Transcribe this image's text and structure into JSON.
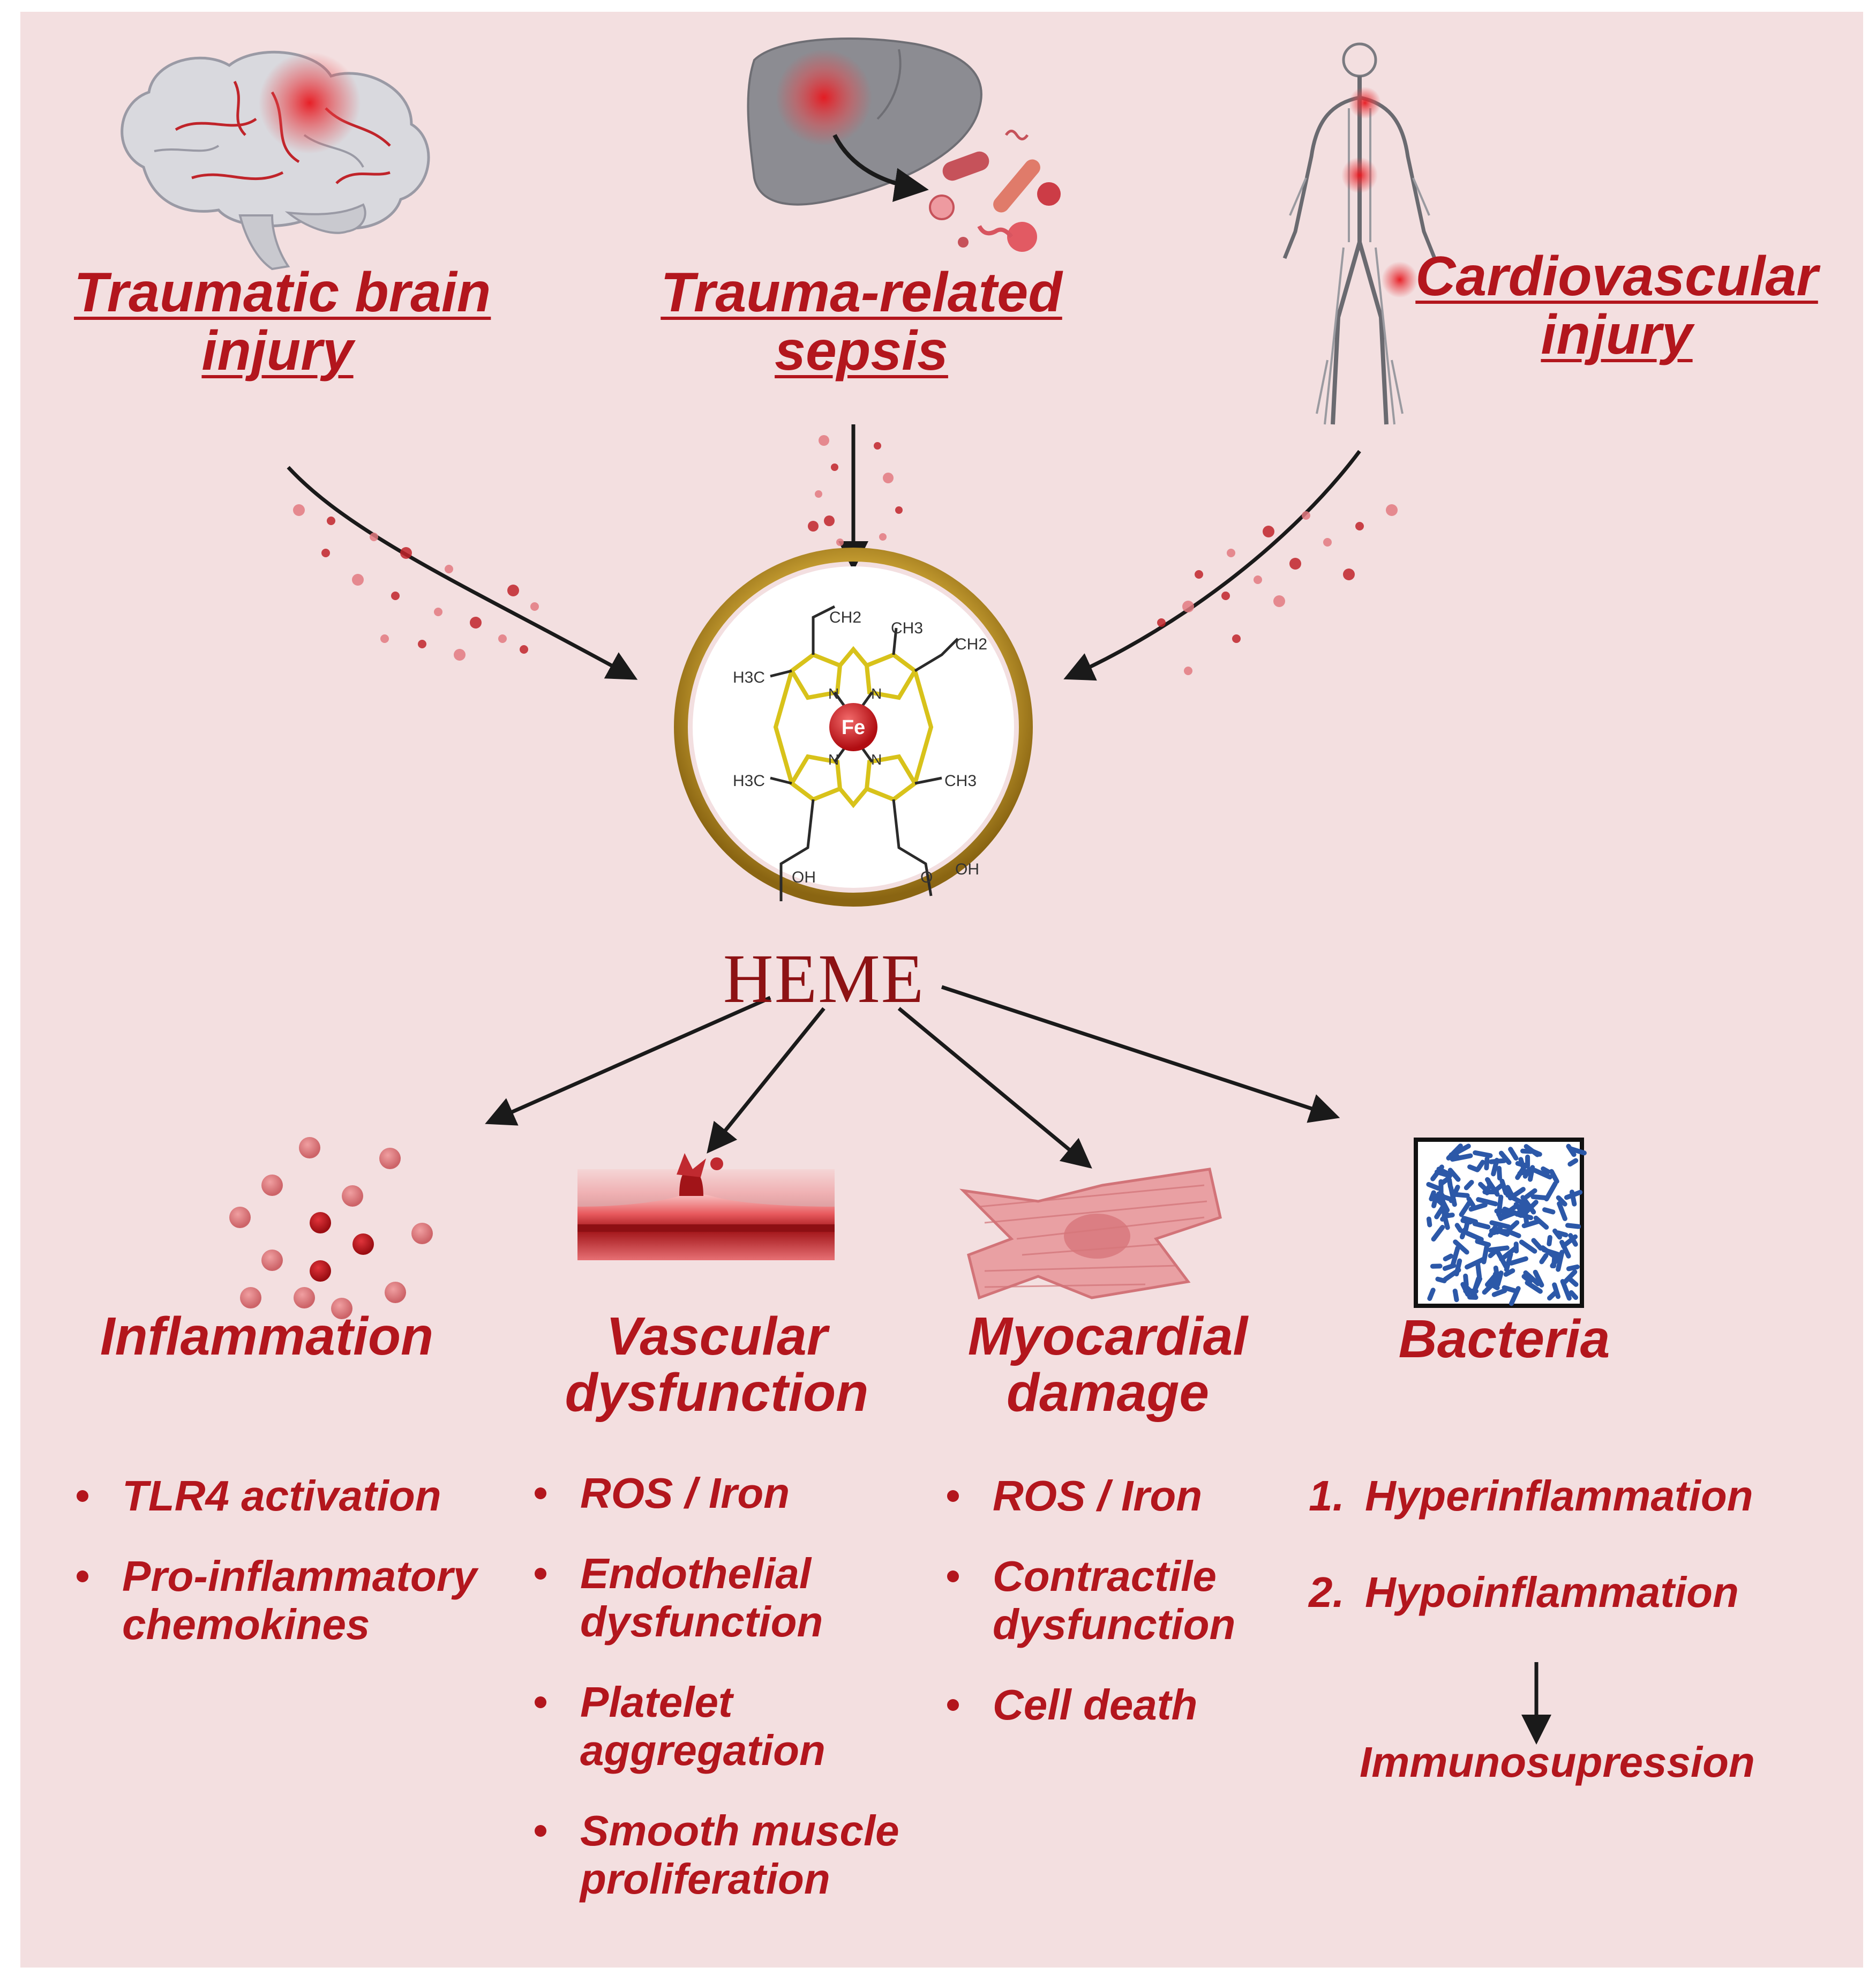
{
  "sources": [
    {
      "id": "tbi",
      "lines": [
        "Traumatic brain",
        "injury"
      ]
    },
    {
      "id": "sepsis",
      "lines": [
        "Trauma-related",
        "sepsis"
      ]
    },
    {
      "id": "cardio",
      "lines": [
        "Cardiovascular",
        "injury"
      ]
    }
  ],
  "center": {
    "title": "HEME",
    "atom": "Fe",
    "groups": {
      "ch2a": "CH2",
      "ch3a": "CH3",
      "ch2b": "CH2",
      "h3ca": "H3C",
      "h3cb": "H3C",
      "ch3b": "CH3",
      "oha": "OH",
      "ohb": "OH",
      "n": "N",
      "o": "O"
    }
  },
  "effects": [
    {
      "id": "inflammation",
      "lines": [
        "Inflammation"
      ],
      "points": [
        "TLR4 activation",
        "Pro-inflammatory chemokines"
      ]
    },
    {
      "id": "vascular",
      "lines": [
        "Vascular",
        "dysfunction"
      ],
      "points": [
        "ROS / Iron",
        "Endothelial dysfunction",
        "Platelet aggregation",
        "Smooth muscle proliferation"
      ]
    },
    {
      "id": "myocardial",
      "lines": [
        "Myocardial",
        "damage"
      ],
      "points": [
        "ROS / Iron",
        "Contractile dysfunction",
        "Cell death"
      ]
    },
    {
      "id": "bacteria",
      "lines": [
        "Bacteria"
      ],
      "numbered": [
        {
          "num": "1.",
          "text": "Hyperinflammation"
        },
        {
          "num": "2.",
          "text": "Hypoinflammation"
        }
      ],
      "outcome": "Immunosupression"
    }
  ],
  "colors": {
    "accent": "#b3161d",
    "background": "#f3dfe0",
    "gold": "#c9a227",
    "bacteria": "#2c58a8"
  }
}
